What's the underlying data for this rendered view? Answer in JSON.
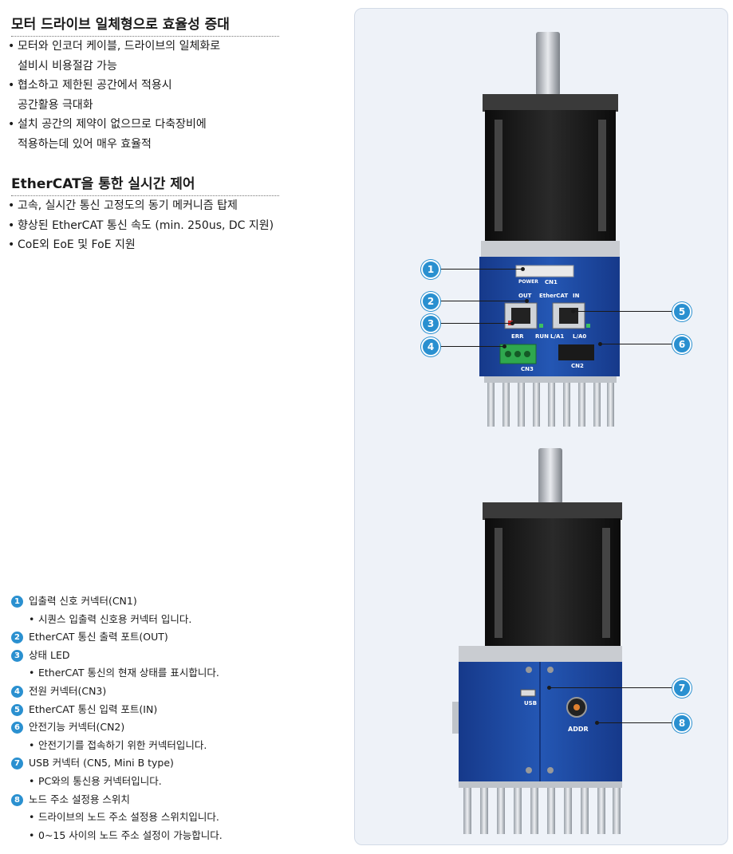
{
  "section1": {
    "title": "모터 드라이브 일체형으로 효율성 증대",
    "bullets": [
      {
        "line1": "모터와 인코더 케이블, 드라이브의 일체화로",
        "line2": "설비시 비용절감 가능"
      },
      {
        "line1": "협소하고 제한된 공간에서 적용시",
        "line2": "공간활용 극대화"
      },
      {
        "line1": "설치 공간의 제약이 없으므로 다축장비에",
        "line2": "적용하는데 있어 매우 효율적"
      }
    ]
  },
  "section2": {
    "title": "EtherCAT을 통한 실시간 제어",
    "bullets": [
      "고속, 실시간 통신 고정도의 동기 메커니즘 탑제",
      "향상된 EtherCAT 통신 속도 (min. 250us, DC 지원)",
      "CoE외 EoE 및 FoE 지원"
    ]
  },
  "legend": [
    {
      "num": "1",
      "title": "입출력 신호 커넥터(CN1)",
      "desc": "시퀀스 입출력 신호용 커넥터 입니다."
    },
    {
      "num": "2",
      "title": "EtherCAT 통신 출력 포트(OUT)",
      "desc": ""
    },
    {
      "num": "3",
      "title": "상태 LED",
      "desc": "EtherCAT 통신의 현재 상태를 표시합니다."
    },
    {
      "num": "4",
      "title": "전원 커넥터(CN3)",
      "desc": ""
    },
    {
      "num": "5",
      "title": "EtherCAT 통신 입력 포트(IN)",
      "desc": ""
    },
    {
      "num": "6",
      "title": "안전기능 커넥터(CN2)",
      "desc": "안전기기를 접속하기 위한 커넥터입니다."
    },
    {
      "num": "7",
      "title": "USB 커넥터 (CN5, Mini B type)",
      "desc": "PC와의 통신용 커넥터입니다."
    },
    {
      "num": "8",
      "title": "노드 주소 설정용 스위치",
      "desc": "드라이브의 노드 주소 설정용 스위치입니다.",
      "desc2": "0~15 사이의 노드 주소 설정이 가능합니다."
    }
  ],
  "callouts": [
    "1",
    "2",
    "3",
    "4",
    "5",
    "6",
    "7",
    "8"
  ],
  "device_labels": {
    "power": "POWER",
    "cn1": "CN1",
    "out": "OUT",
    "ethercat": "EtherCAT",
    "in": "IN",
    "err": "ERR",
    "run": "RUN",
    "la1": "L/A1",
    "la0": "L/A0",
    "cn3": "CN3",
    "cn2": "CN2",
    "usb": "USB",
    "addr": "ADDR"
  },
  "colors": {
    "accent": "#2a90d0",
    "drive_blue": "#1f4fa8",
    "motor_black": "#1b1b1b",
    "panel_bg": "#eef2f8"
  }
}
